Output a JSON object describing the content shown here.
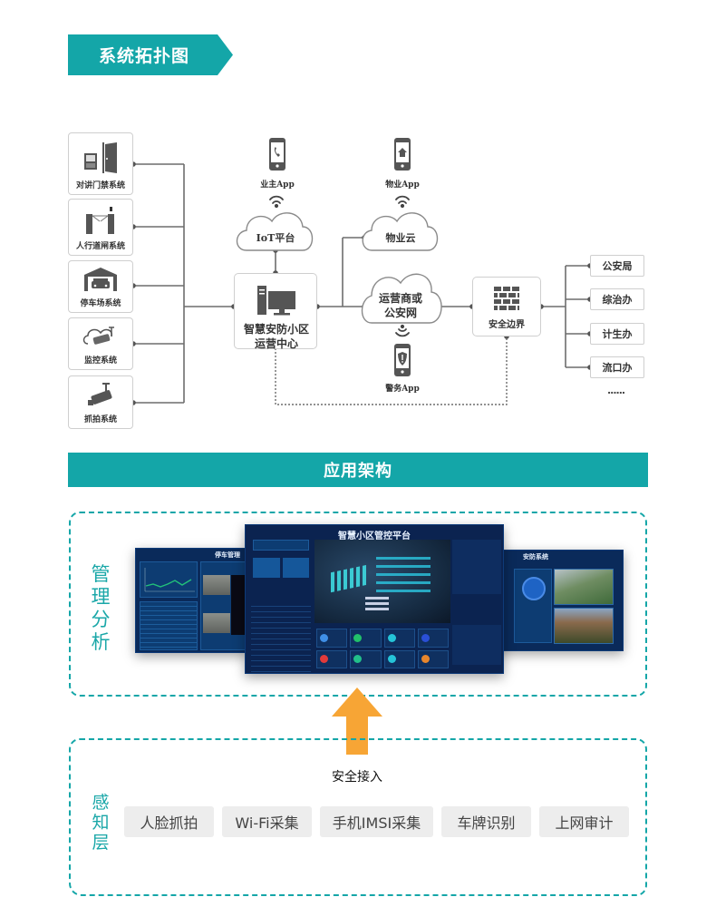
{
  "sections": {
    "topology_title": "系统拓扑图",
    "architecture_title": "应用架构"
  },
  "topology": {
    "subsystems": [
      {
        "label": "对讲门禁系统",
        "icon": "intercom-door-icon"
      },
      {
        "label": "人行道闸系统",
        "icon": "turnstile-gate-icon"
      },
      {
        "label": "停车场系统",
        "icon": "parking-garage-icon"
      },
      {
        "label": "监控系统",
        "icon": "cloud-camera-icon"
      },
      {
        "label": "抓拍系统",
        "icon": "capture-camera-icon"
      }
    ],
    "center": {
      "label_line1": "智慧安防小区",
      "label_line2": "运营中心",
      "icon": "server-monitor-icon"
    },
    "apps": [
      {
        "label": "业主App",
        "icon": "phone-call-icon"
      },
      {
        "label": "物业App",
        "icon": "phone-home-icon"
      },
      {
        "label": "警务App",
        "icon": "phone-shield-icon"
      }
    ],
    "clouds": [
      {
        "label": "IoT平台"
      },
      {
        "label": "物业云"
      },
      {
        "label_line1": "运营商或",
        "label_line2": "公安网"
      }
    ],
    "boundary": {
      "label": "安全边界",
      "icon": "firewall-icon"
    },
    "agencies": [
      "公安局",
      "综治办",
      "计生办",
      "流口办"
    ],
    "more": "......"
  },
  "architecture": {
    "management_layer": {
      "label": [
        "管",
        "理",
        "分",
        "析"
      ],
      "screens": [
        {
          "title": "停车管理"
        },
        {
          "title": "智慧小区管控平台"
        },
        {
          "title": "安防系统"
        }
      ]
    },
    "access_label": "安全接入",
    "perception_layer": {
      "label": [
        "感",
        "知",
        "层"
      ],
      "chips": [
        "人脸抓拍",
        "Wi-Fi采集",
        "手机IMSI采集",
        "车牌识别",
        "上网审计"
      ]
    }
  },
  "colors": {
    "accent": "#14a6a8",
    "arrow": "#f7a535",
    "chip_bg": "#ededed",
    "screen_bg": "#0a2a5a"
  }
}
